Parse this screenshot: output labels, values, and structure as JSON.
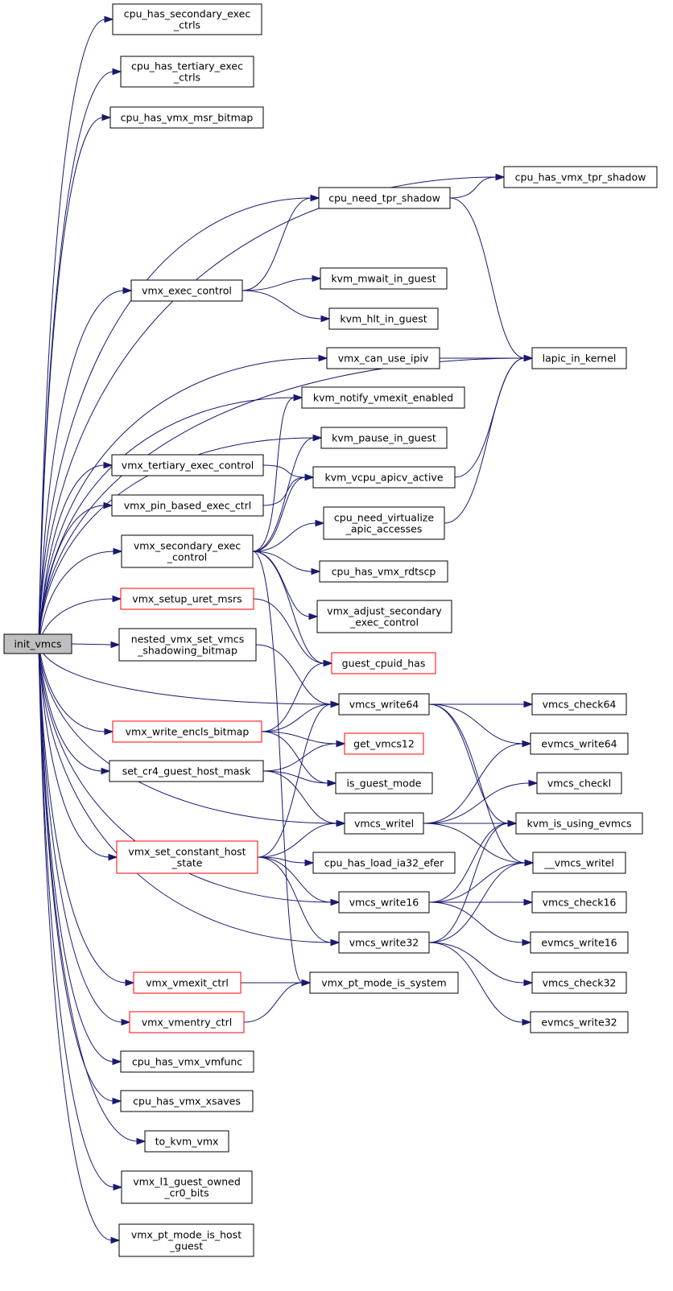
{
  "colors": {
    "edge": "#191970",
    "node_border": "#000000",
    "node_border_truncated": "#ff0000",
    "root_fill": "#bfbfbf",
    "background": "#ffffff"
  },
  "nodes": [
    {
      "id": "init_vmcs",
      "lines": [
        "init_vmcs"
      ],
      "root": true
    },
    {
      "id": "cpu_has_secondary_exec_ctrls",
      "lines": [
        "cpu_has_secondary_exec",
        "_ctrls"
      ]
    },
    {
      "id": "cpu_has_tertiary_exec_ctrls",
      "lines": [
        "cpu_has_tertiary_exec",
        "_ctrls"
      ]
    },
    {
      "id": "cpu_has_vmx_msr_bitmap",
      "lines": [
        "cpu_has_vmx_msr_bitmap"
      ]
    },
    {
      "id": "cpu_has_vmx_tpr_shadow",
      "lines": [
        "cpu_has_vmx_tpr_shadow"
      ]
    },
    {
      "id": "cpu_need_tpr_shadow",
      "lines": [
        "cpu_need_tpr_shadow"
      ]
    },
    {
      "id": "vmx_exec_control",
      "lines": [
        "vmx_exec_control"
      ]
    },
    {
      "id": "kvm_mwait_in_guest",
      "lines": [
        "kvm_mwait_in_guest"
      ]
    },
    {
      "id": "kvm_hlt_in_guest",
      "lines": [
        "kvm_hlt_in_guest"
      ]
    },
    {
      "id": "lapic_in_kernel",
      "lines": [
        "lapic_in_kernel"
      ]
    },
    {
      "id": "vmx_can_use_ipiv",
      "lines": [
        "vmx_can_use_ipiv"
      ]
    },
    {
      "id": "kvm_notify_vmexit_enabled",
      "lines": [
        "kvm_notify_vmexit_enabled"
      ]
    },
    {
      "id": "kvm_pause_in_guest",
      "lines": [
        "kvm_pause_in_guest"
      ]
    },
    {
      "id": "vmx_tertiary_exec_control",
      "lines": [
        "vmx_tertiary_exec_control"
      ]
    },
    {
      "id": "kvm_vcpu_apicv_active",
      "lines": [
        "kvm_vcpu_apicv_active"
      ]
    },
    {
      "id": "vmx_pin_based_exec_ctrl",
      "lines": [
        "vmx_pin_based_exec_ctrl"
      ]
    },
    {
      "id": "cpu_need_virtualize_apic_accesses",
      "lines": [
        "cpu_need_virtualize",
        "_apic_accesses"
      ]
    },
    {
      "id": "vmx_secondary_exec_control",
      "lines": [
        "vmx_secondary_exec",
        "_control"
      ]
    },
    {
      "id": "cpu_has_vmx_rdtscp",
      "lines": [
        "cpu_has_vmx_rdtscp"
      ]
    },
    {
      "id": "vmx_setup_uret_msrs",
      "lines": [
        "vmx_setup_uret_msrs"
      ],
      "red": true
    },
    {
      "id": "vmx_adjust_secondary_exec_control",
      "lines": [
        "vmx_adjust_secondary",
        "_exec_control"
      ]
    },
    {
      "id": "nested_vmx_set_vmcs_shadowing_bitmap",
      "lines": [
        "nested_vmx_set_vmcs",
        "_shadowing_bitmap"
      ]
    },
    {
      "id": "guest_cpuid_has",
      "lines": [
        "guest_cpuid_has"
      ],
      "red": true
    },
    {
      "id": "vmcs_write64",
      "lines": [
        "vmcs_write64"
      ]
    },
    {
      "id": "vmcs_check64",
      "lines": [
        "vmcs_check64"
      ]
    },
    {
      "id": "vmx_write_encls_bitmap",
      "lines": [
        "vmx_write_encls_bitmap"
      ],
      "red": true
    },
    {
      "id": "evmcs_write64",
      "lines": [
        "evmcs_write64"
      ]
    },
    {
      "id": "get_vmcs12",
      "lines": [
        "get_vmcs12"
      ],
      "red": true
    },
    {
      "id": "set_cr4_guest_host_mask",
      "lines": [
        "set_cr4_guest_host_mask"
      ]
    },
    {
      "id": "is_guest_mode",
      "lines": [
        "is_guest_mode"
      ]
    },
    {
      "id": "vmcs_checkl",
      "lines": [
        "vmcs_checkl"
      ]
    },
    {
      "id": "vmcs_writel",
      "lines": [
        "vmcs_writel"
      ]
    },
    {
      "id": "kvm_is_using_evmcs",
      "lines": [
        "kvm_is_using_evmcs"
      ]
    },
    {
      "id": "vmx_set_constant_host_state",
      "lines": [
        "vmx_set_constant_host",
        "_state"
      ],
      "red": true
    },
    {
      "id": "cpu_has_load_ia32_efer",
      "lines": [
        "cpu_has_load_ia32_efer"
      ]
    },
    {
      "id": "__vmcs_writel",
      "lines": [
        "__vmcs_writel"
      ]
    },
    {
      "id": "vmcs_write16",
      "lines": [
        "vmcs_write16"
      ]
    },
    {
      "id": "vmcs_check16",
      "lines": [
        "vmcs_check16"
      ]
    },
    {
      "id": "evmcs_write16",
      "lines": [
        "evmcs_write16"
      ]
    },
    {
      "id": "vmcs_write32",
      "lines": [
        "vmcs_write32"
      ]
    },
    {
      "id": "vmx_vmexit_ctrl",
      "lines": [
        "vmx_vmexit_ctrl"
      ],
      "red": true
    },
    {
      "id": "vmcs_check32",
      "lines": [
        "vmcs_check32"
      ]
    },
    {
      "id": "vmx_pt_mode_is_system",
      "lines": [
        "vmx_pt_mode_is_system"
      ]
    },
    {
      "id": "vmx_vmentry_ctrl",
      "lines": [
        "vmx_vmentry_ctrl"
      ],
      "red": true
    },
    {
      "id": "evmcs_write32",
      "lines": [
        "evmcs_write32"
      ]
    },
    {
      "id": "cpu_has_vmx_vmfunc",
      "lines": [
        "cpu_has_vmx_vmfunc"
      ]
    },
    {
      "id": "cpu_has_vmx_xsaves",
      "lines": [
        "cpu_has_vmx_xsaves"
      ]
    },
    {
      "id": "to_kvm_vmx",
      "lines": [
        "to_kvm_vmx"
      ]
    },
    {
      "id": "vmx_l1_guest_owned_cr0_bits",
      "lines": [
        "vmx_l1_guest_owned",
        "_cr0_bits"
      ]
    },
    {
      "id": "vmx_pt_mode_is_host_guest",
      "lines": [
        "vmx_pt_mode_is_host",
        "_guest"
      ]
    }
  ],
  "edges": [
    [
      "init_vmcs",
      "cpu_has_secondary_exec_ctrls"
    ],
    [
      "init_vmcs",
      "cpu_has_tertiary_exec_ctrls"
    ],
    [
      "init_vmcs",
      "cpu_has_vmx_msr_bitmap"
    ],
    [
      "init_vmcs",
      "cpu_has_vmx_tpr_shadow"
    ],
    [
      "init_vmcs",
      "cpu_need_tpr_shadow"
    ],
    [
      "init_vmcs",
      "lapic_in_kernel"
    ],
    [
      "init_vmcs",
      "vmx_exec_control"
    ],
    [
      "init_vmcs",
      "vmx_can_use_ipiv"
    ],
    [
      "init_vmcs",
      "kvm_notify_vmexit_enabled"
    ],
    [
      "init_vmcs",
      "kvm_pause_in_guest"
    ],
    [
      "init_vmcs",
      "vmx_tertiary_exec_control"
    ],
    [
      "init_vmcs",
      "vmx_pin_based_exec_ctrl"
    ],
    [
      "init_vmcs",
      "vmx_secondary_exec_control"
    ],
    [
      "init_vmcs",
      "vmx_setup_uret_msrs"
    ],
    [
      "init_vmcs",
      "nested_vmx_set_vmcs_shadowing_bitmap"
    ],
    [
      "init_vmcs",
      "vmcs_write64"
    ],
    [
      "init_vmcs",
      "vmx_write_encls_bitmap"
    ],
    [
      "init_vmcs",
      "set_cr4_guest_host_mask"
    ],
    [
      "init_vmcs",
      "vmcs_writel"
    ],
    [
      "init_vmcs",
      "vmx_set_constant_host_state"
    ],
    [
      "init_vmcs",
      "vmcs_write16"
    ],
    [
      "init_vmcs",
      "vmcs_write32"
    ],
    [
      "init_vmcs",
      "vmx_vmexit_ctrl"
    ],
    [
      "init_vmcs",
      "vmx_vmentry_ctrl"
    ],
    [
      "init_vmcs",
      "cpu_has_vmx_vmfunc"
    ],
    [
      "init_vmcs",
      "cpu_has_vmx_xsaves"
    ],
    [
      "init_vmcs",
      "to_kvm_vmx"
    ],
    [
      "init_vmcs",
      "vmx_l1_guest_owned_cr0_bits"
    ],
    [
      "init_vmcs",
      "vmx_pt_mode_is_host_guest"
    ],
    [
      "cpu_need_tpr_shadow",
      "cpu_has_vmx_tpr_shadow"
    ],
    [
      "cpu_need_tpr_shadow",
      "lapic_in_kernel"
    ],
    [
      "vmx_exec_control",
      "cpu_need_tpr_shadow"
    ],
    [
      "vmx_exec_control",
      "kvm_mwait_in_guest"
    ],
    [
      "vmx_exec_control",
      "kvm_hlt_in_guest"
    ],
    [
      "vmx_can_use_ipiv",
      "lapic_in_kernel"
    ],
    [
      "kvm_vcpu_apicv_active",
      "lapic_in_kernel"
    ],
    [
      "cpu_need_virtualize_apic_accesses",
      "lapic_in_kernel"
    ],
    [
      "vmx_tertiary_exec_control",
      "kvm_vcpu_apicv_active"
    ],
    [
      "vmx_pin_based_exec_ctrl",
      "kvm_vcpu_apicv_active"
    ],
    [
      "vmx_secondary_exec_control",
      "kvm_notify_vmexit_enabled"
    ],
    [
      "vmx_secondary_exec_control",
      "kvm_pause_in_guest"
    ],
    [
      "vmx_secondary_exec_control",
      "kvm_vcpu_apicv_active"
    ],
    [
      "vmx_secondary_exec_control",
      "cpu_need_virtualize_apic_accesses"
    ],
    [
      "vmx_secondary_exec_control",
      "cpu_has_vmx_rdtscp"
    ],
    [
      "vmx_secondary_exec_control",
      "vmx_adjust_secondary_exec_control"
    ],
    [
      "vmx_secondary_exec_control",
      "guest_cpuid_has"
    ],
    [
      "vmx_secondary_exec_control",
      "vmx_pt_mode_is_system"
    ],
    [
      "vmx_setup_uret_msrs",
      "guest_cpuid_has"
    ],
    [
      "nested_vmx_set_vmcs_shadowing_bitmap",
      "vmcs_write64"
    ],
    [
      "vmx_write_encls_bitmap",
      "guest_cpuid_has"
    ],
    [
      "vmx_write_encls_bitmap",
      "vmcs_write64"
    ],
    [
      "vmx_write_encls_bitmap",
      "get_vmcs12"
    ],
    [
      "vmx_write_encls_bitmap",
      "is_guest_mode"
    ],
    [
      "set_cr4_guest_host_mask",
      "get_vmcs12"
    ],
    [
      "set_cr4_guest_host_mask",
      "is_guest_mode"
    ],
    [
      "set_cr4_guest_host_mask",
      "vmcs_writel"
    ],
    [
      "vmx_set_constant_host_state",
      "vmcs_write64"
    ],
    [
      "vmx_set_constant_host_state",
      "vmcs_writel"
    ],
    [
      "vmx_set_constant_host_state",
      "cpu_has_load_ia32_efer"
    ],
    [
      "vmx_set_constant_host_state",
      "vmcs_write16"
    ],
    [
      "vmx_set_constant_host_state",
      "vmcs_write32"
    ],
    [
      "vmcs_write64",
      "vmcs_check64"
    ],
    [
      "vmcs_write64",
      "evmcs_write64"
    ],
    [
      "vmcs_write64",
      "kvm_is_using_evmcs"
    ],
    [
      "vmcs_write64",
      "__vmcs_writel"
    ],
    [
      "vmcs_writel",
      "evmcs_write64"
    ],
    [
      "vmcs_writel",
      "vmcs_checkl"
    ],
    [
      "vmcs_writel",
      "kvm_is_using_evmcs"
    ],
    [
      "vmcs_writel",
      "__vmcs_writel"
    ],
    [
      "vmcs_write16",
      "kvm_is_using_evmcs"
    ],
    [
      "vmcs_write16",
      "__vmcs_writel"
    ],
    [
      "vmcs_write16",
      "vmcs_check16"
    ],
    [
      "vmcs_write16",
      "evmcs_write16"
    ],
    [
      "vmcs_write32",
      "kvm_is_using_evmcs"
    ],
    [
      "vmcs_write32",
      "__vmcs_writel"
    ],
    [
      "vmcs_write32",
      "vmcs_check32"
    ],
    [
      "vmcs_write32",
      "evmcs_write32"
    ],
    [
      "vmx_vmexit_ctrl",
      "vmx_pt_mode_is_system"
    ],
    [
      "vmx_vmentry_ctrl",
      "vmx_pt_mode_is_system"
    ]
  ]
}
